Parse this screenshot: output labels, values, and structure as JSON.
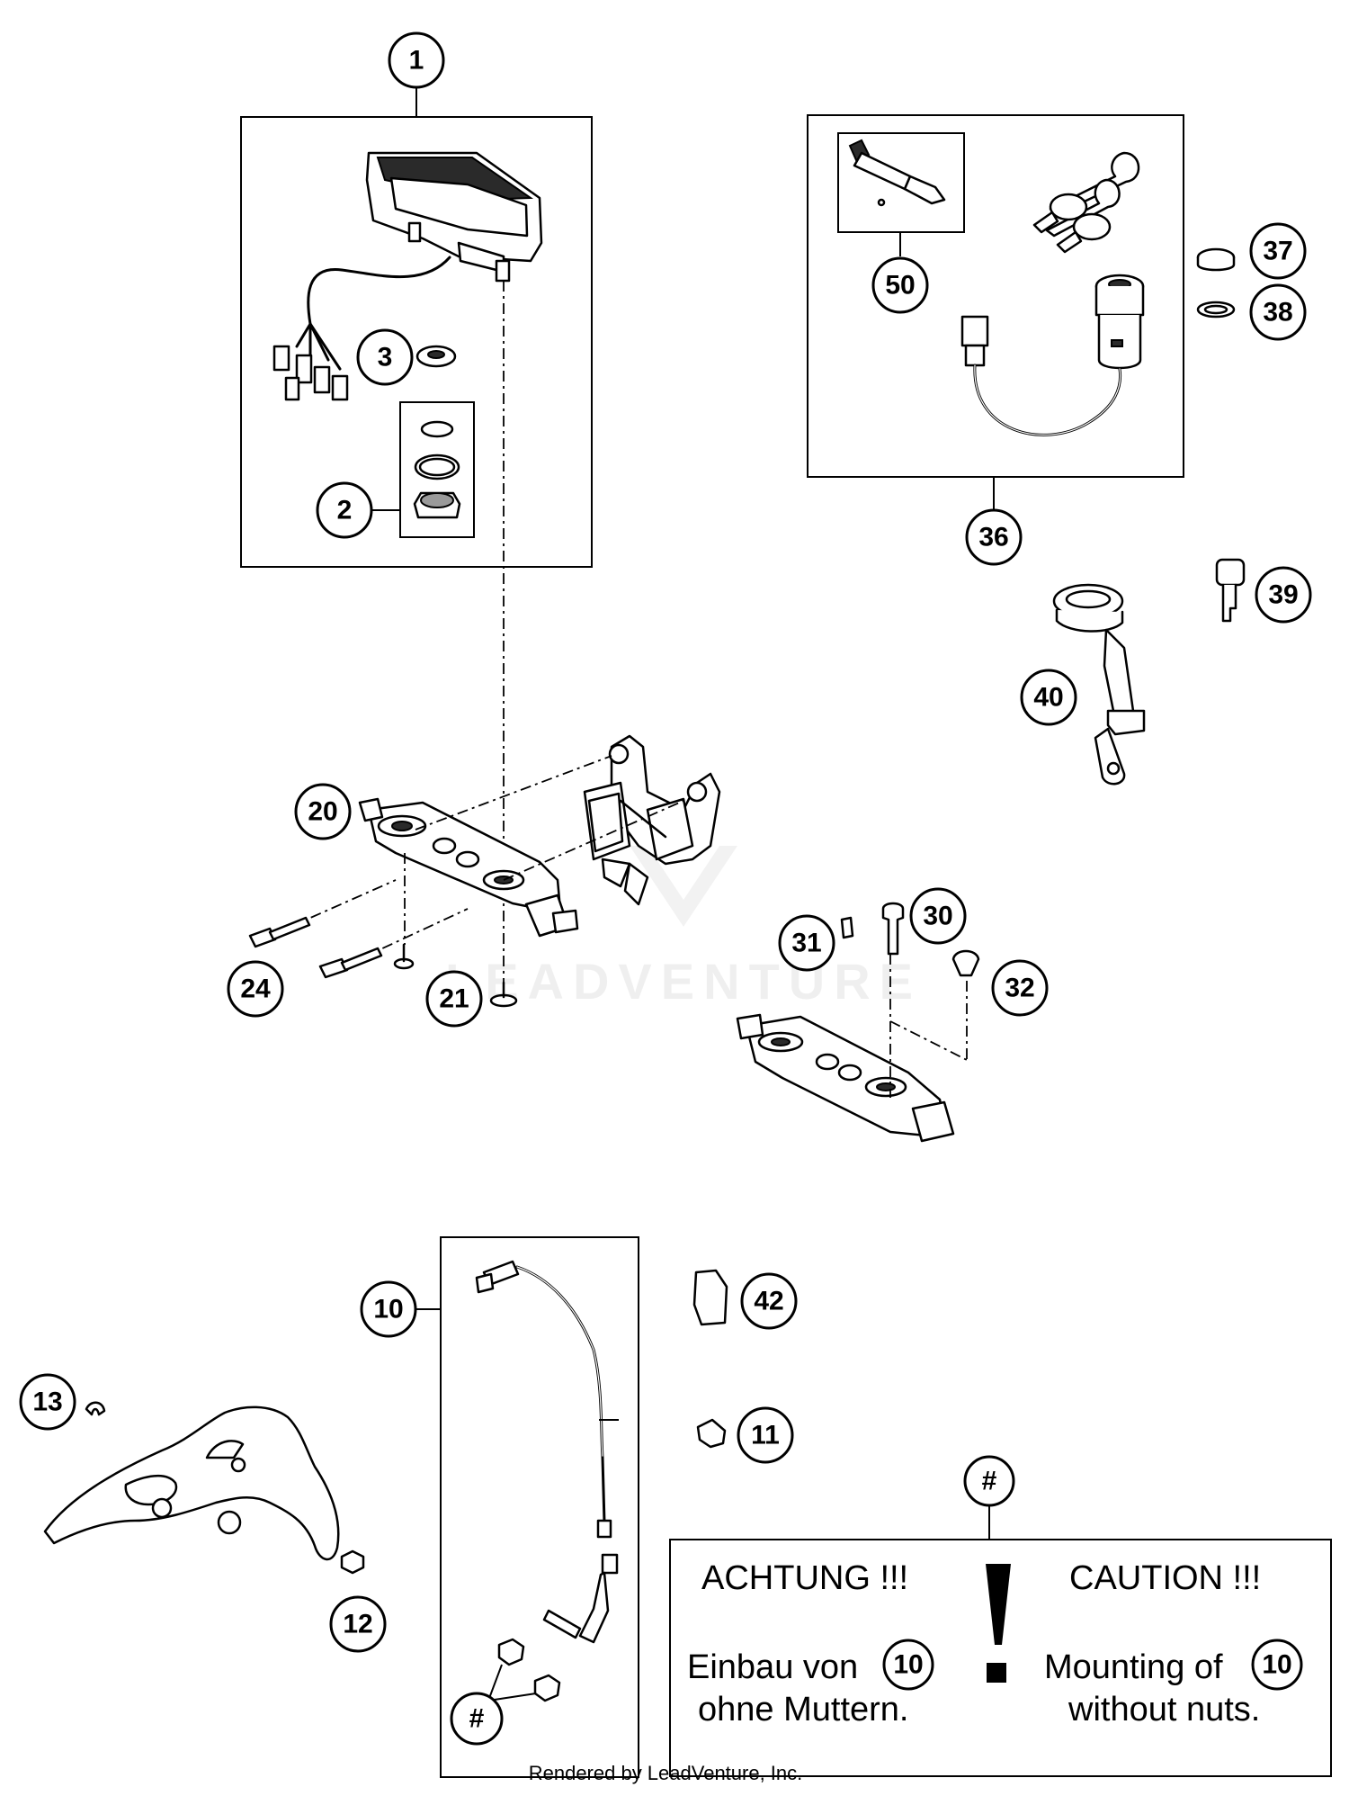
{
  "callouts": {
    "c1": "1",
    "c2": "2",
    "c3": "3",
    "c10": "10",
    "c11": "11",
    "c12": "12",
    "c13": "13",
    "c20": "20",
    "c21": "21",
    "c24": "24",
    "c30": "30",
    "c31": "31",
    "c32": "32",
    "c36": "36",
    "c37": "37",
    "c38": "38",
    "c39": "39",
    "c40": "40",
    "c42": "42",
    "c50": "50",
    "hash_note": "#",
    "hash_nuts": "#"
  },
  "note": {
    "de_title": "ACHTUNG !!!",
    "de_line1": "Einbau von",
    "de_ref": "10",
    "de_line2": "ohne Muttern.",
    "en_title": "CAUTION !!!",
    "en_line1": "Mounting of",
    "en_ref": "10",
    "en_line2": "without nuts."
  },
  "watermark": "LEADVENTURE",
  "footer": "Rendered by LeadVenture, Inc."
}
